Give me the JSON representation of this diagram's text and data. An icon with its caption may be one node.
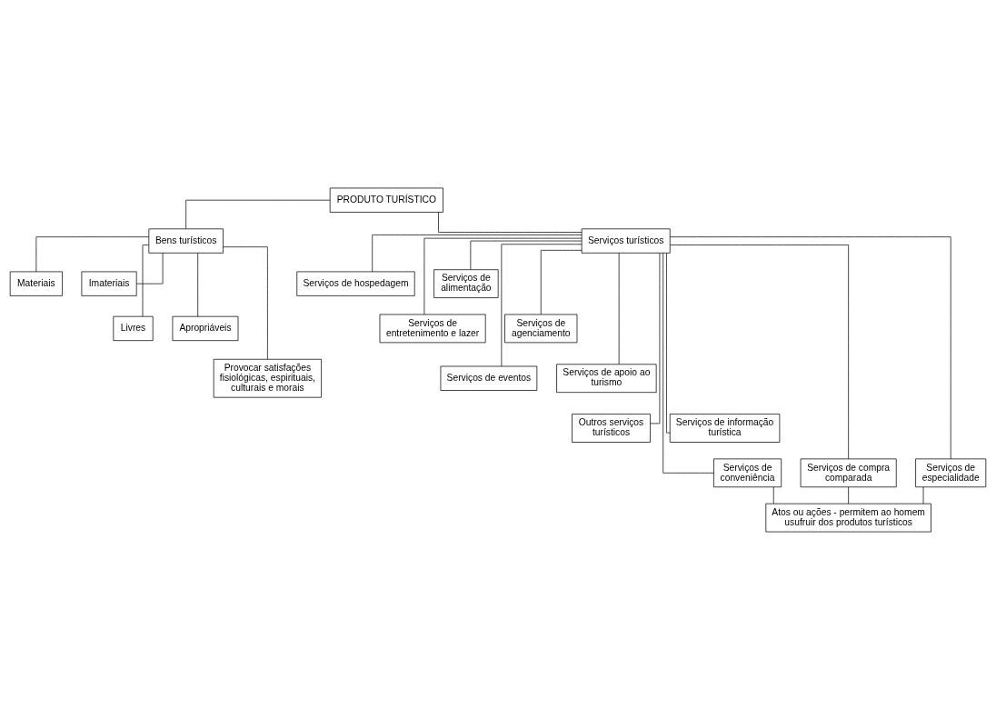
{
  "diagram": {
    "nodes": [
      {
        "text": [
          "PRODUTO TURÍSTICO"
        ]
      },
      {
        "text": [
          "Bens turísticos"
        ]
      },
      {
        "text": [
          "Serviços turísticos"
        ]
      },
      {
        "text": [
          "Materiais"
        ]
      },
      {
        "text": [
          "Imateriais"
        ]
      },
      {
        "text": [
          "Livres"
        ]
      },
      {
        "text": [
          "Apropriáveis"
        ]
      },
      {
        "text": [
          "Provocar satisfações fisiológicas, espirituais, culturais e morais"
        ]
      },
      {
        "text": [
          "Serviços de hospedagem"
        ]
      },
      {
        "text": [
          "Serviços de alimentação"
        ]
      },
      {
        "text": [
          "Serviços de entretenimento e lazer"
        ]
      },
      {
        "text": [
          "Serviços de agenciamento"
        ]
      },
      {
        "text": [
          "Serviços de eventos"
        ]
      },
      {
        "text": [
          "Serviços de apoio ao turismo"
        ]
      },
      {
        "text": [
          "Outros serviços turísticos"
        ]
      },
      {
        "text": [
          "Serviços de informação turística"
        ]
      },
      {
        "text": [
          "Serviços de conveniência"
        ]
      },
      {
        "text": [
          "Serviços de compra comparada"
        ]
      },
      {
        "text": [
          "Serviços de especialidade"
        ]
      },
      {
        "text": [
          "Atos ou ações - permitem ao homem usufruir dos produtos turísticos"
        ]
      }
    ],
    "edges": [
      {
        "from": 0,
        "to": 1,
        "arrow": "none"
      },
      {
        "from": 0,
        "to": 2,
        "arrow": "none"
      },
      {
        "from": 1,
        "to": 3,
        "arrow": "none"
      },
      {
        "from": 1,
        "to": 4,
        "arrow": "none"
      },
      {
        "from": 1,
        "to": 5,
        "arrow": "none"
      },
      {
        "from": 1,
        "to": 6,
        "arrow": "none"
      },
      {
        "from": 1,
        "to": 7,
        "arrow": "none"
      },
      {
        "from": 2,
        "to": 8,
        "arrow": "none"
      },
      {
        "from": 2,
        "to": 9,
        "arrow": "none"
      },
      {
        "from": 2,
        "to": 10,
        "arrow": "none"
      },
      {
        "from": 2,
        "to": 11,
        "arrow": "none"
      },
      {
        "from": 2,
        "to": 12,
        "arrow": "none"
      },
      {
        "from": 2,
        "to": 13,
        "arrow": "none"
      },
      {
        "from": 2,
        "to": 14,
        "arrow": "none"
      },
      {
        "from": 2,
        "to": 15,
        "arrow": "none"
      },
      {
        "from": 2,
        "to": 16,
        "arrow": "none"
      },
      {
        "from": 2,
        "to": 17,
        "arrow": "none"
      },
      {
        "from": 2,
        "to": 18,
        "arrow": "none"
      },
      {
        "from": 16,
        "to": 19,
        "arrow": "none"
      },
      {
        "from": 17,
        "to": 19,
        "arrow": "none"
      },
      {
        "from": 18,
        "to": 19,
        "arrow": "none"
      }
    ]
  }
}
